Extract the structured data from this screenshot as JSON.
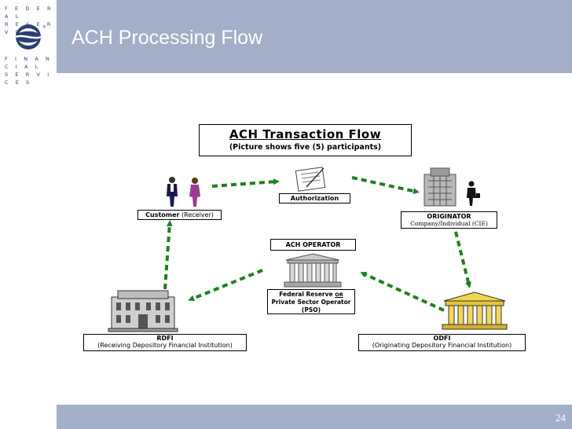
{
  "logo": {
    "line1": "F E D E R A L",
    "line2": "R E S E R V E",
    "line3": "F I N A N C I A L",
    "line4": "S E R V I C E S"
  },
  "slide": {
    "title": "ACH Processing Flow",
    "page_number": "24"
  },
  "diagram": {
    "heading": "ACH Transaction Flow",
    "subheading": "(Picture shows five (5) participants)",
    "nodes": {
      "customer": {
        "label": "Customer",
        "sub": "(Receiver)"
      },
      "authorization": {
        "label": "Authorization"
      },
      "originator": {
        "label": "ORIGINATOR",
        "sub": "Company/Individual (CIE)"
      },
      "ach_operator": {
        "label": "ACH OPERATOR"
      },
      "federal_reserve": {
        "label": "Federal Reserve",
        "or": "OR",
        "line2": "Private Sector Operator",
        "line3": "(PSO)"
      },
      "rdfi": {
        "label": "RDFI",
        "sub": "(Receiving Depository Financial Institution)"
      },
      "odfi": {
        "label": "ODFI",
        "sub": "(Originating Depository Financial Institution)"
      }
    },
    "arrow_color": "#1f7f1f",
    "header_color": "#a3aec9",
    "brand_color": "#2b3f73"
  }
}
